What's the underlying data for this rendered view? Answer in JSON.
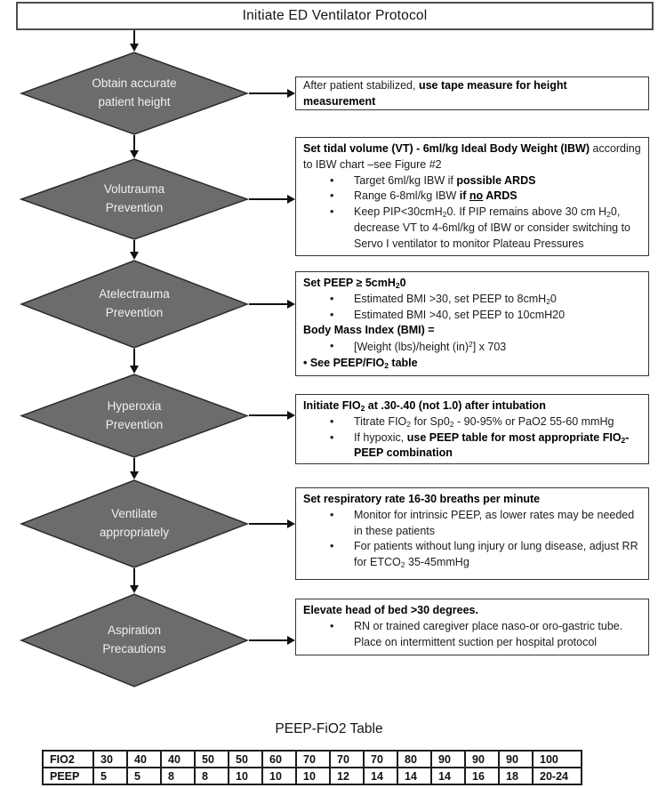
{
  "title": "Initiate ED Ventilator Protocol",
  "steps": [
    {
      "id": "obtain-height",
      "diamond_label": "Obtain accurate\npatient height",
      "detail_lines": [
        {
          "bullet": false,
          "html": "After patient stabilized, <b>use tape measure for height measurement</b>"
        }
      ]
    },
    {
      "id": "volutrauma-prevention",
      "diamond_label": "Volutrauma\nPrevention",
      "detail_lines": [
        {
          "bullet": false,
          "html": "<b>Set tidal volume (VT) - 6ml/kg Ideal Body Weight (IBW)</b> according to IBW chart –see Figure #2"
        },
        {
          "bullet": true,
          "html": "Target 6ml/kg IBW if <b>possible ARDS</b>"
        },
        {
          "bullet": true,
          "html": "Range 6-8ml/kg IBW <b>if <u>no</u> ARDS</b>"
        },
        {
          "bullet": true,
          "html": "Keep PIP&lt;30cmH<sub>2</sub>0. If PIP remains above 30 cm H<sub>2</sub>0, decrease VT to 4-6ml/kg of IBW or consider switching to Servo I ventilator to monitor Plateau Pressures"
        }
      ]
    },
    {
      "id": "atelectrauma-prevention",
      "diamond_label": "Atelectrauma\nPrevention",
      "detail_lines": [
        {
          "bullet": false,
          "html": "<b>Set PEEP ≥ 5cmH<sub>2</sub>0</b>"
        },
        {
          "bullet": true,
          "html": "Estimated BMI &gt;30, set PEEP to 8cmH<sub>2</sub>0"
        },
        {
          "bullet": true,
          "html": "Estimated BMI &gt;40, set PEEP to 10cmH20"
        },
        {
          "bullet": false,
          "html": "<b>Body Mass Index (BMI) =</b>"
        },
        {
          "bullet": true,
          "html": "[Weight (lbs)/height (in)<sup>2</sup>] x 703"
        },
        {
          "bullet": false,
          "html": "<b>• See PEEP/FIO<sub>2</sub> table</b>"
        }
      ]
    },
    {
      "id": "hyperoxia-prevention",
      "diamond_label": "Hyperoxia\nPrevention",
      "detail_lines": [
        {
          "bullet": false,
          "html": "<b>Initiate FIO<sub>2</sub> at .30-.40 (not 1.0) after intubation</b>"
        },
        {
          "bullet": true,
          "html": "Titrate FIO<sub>2</sub> for Sp0<sub>2</sub> - 90-95% or PaO2 55-60 mmHg"
        },
        {
          "bullet": true,
          "html": "If hypoxic, <b>use PEEP table for most appropriate FIO<sub>2</sub>-PEEP combination</b>"
        }
      ]
    },
    {
      "id": "ventilate-appropriately",
      "diamond_label": "Ventilate\nappropriately",
      "detail_lines": [
        {
          "bullet": false,
          "html": "<b>Set respiratory rate 16-30 breaths per minute</b>"
        },
        {
          "bullet": true,
          "html": "Monitor for intrinsic PEEP, as lower rates may be needed in these patients"
        },
        {
          "bullet": true,
          "html": "For patients without lung injury or lung disease, adjust RR for ETCO<sub>2</sub> 35-45mmHg"
        }
      ]
    },
    {
      "id": "aspiration-precautions",
      "diamond_label": "Aspiration\nPrecautions",
      "detail_lines": [
        {
          "bullet": false,
          "html": "<b>Elevate head of bed &gt;30 degrees.</b>"
        },
        {
          "bullet": true,
          "html": "RN or trained caregiver place naso-or oro-gastric tube. Place on intermittent suction per hospital protocol"
        }
      ]
    }
  ],
  "peep_fio2_table": {
    "title": "PEEP-FiO2 Table",
    "rows": [
      {
        "label": "FIO2",
        "values": [
          "30",
          "40",
          "40",
          "50",
          "50",
          "60",
          "70",
          "70",
          "70",
          "80",
          "90",
          "90",
          "90",
          "100"
        ]
      },
      {
        "label": "PEEP",
        "values": [
          "5",
          "5",
          "8",
          "8",
          "10",
          "10",
          "10",
          "12",
          "14",
          "14",
          "14",
          "16",
          "18",
          "20-24"
        ]
      }
    ]
  },
  "colors": {
    "diamond_fill": "#6c6c6c",
    "diamond_outline": "#2b2b2b",
    "diamond_text": "#f0f0f0",
    "box_border": "#333333",
    "arrow": "#111111"
  }
}
